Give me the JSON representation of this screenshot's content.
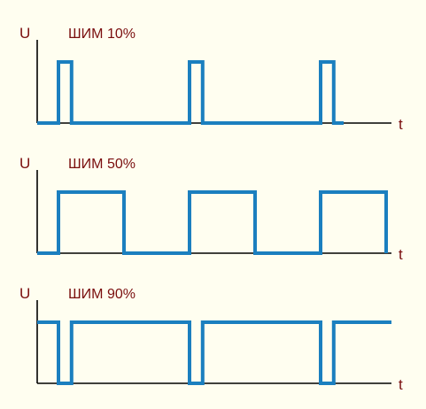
{
  "colors": {
    "background": "#FFFEF0",
    "axis": "#000000",
    "signal": "#1B7FBF",
    "label": "#7A0E0E"
  },
  "panels": [
    {
      "axis_y_label": "U",
      "axis_x_label": "t",
      "title": "ШИМ 10%",
      "duty_cycle": 0.1
    },
    {
      "axis_y_label": "U",
      "axis_x_label": "t",
      "title": "ШИМ 50%",
      "duty_cycle": 0.5
    },
    {
      "axis_y_label": "U",
      "axis_x_label": "t",
      "title": "ШИМ 90%",
      "duty_cycle": 0.9
    }
  ]
}
